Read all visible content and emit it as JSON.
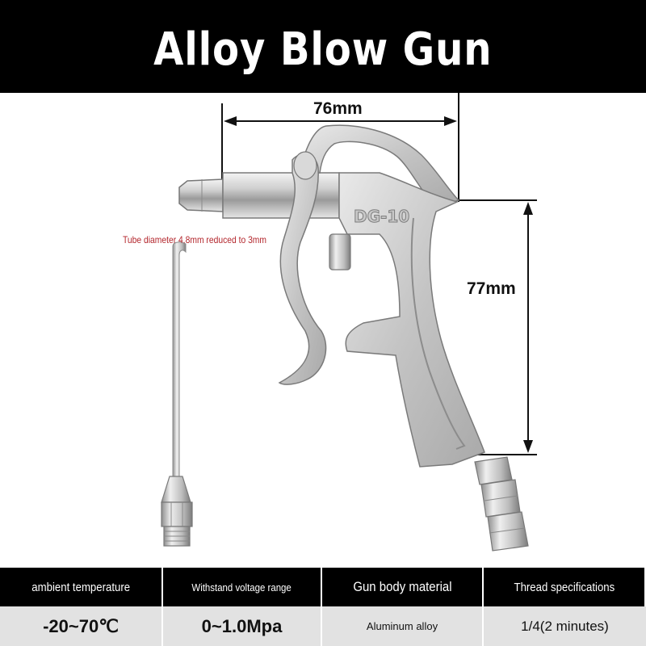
{
  "header": {
    "title": "Alloy Blow Gun"
  },
  "dimensions": {
    "width": "76mm",
    "height": "77mm"
  },
  "gun": {
    "model_marking": "DG-10"
  },
  "note": "Tube diameter 4.8mm reduced to 3mm",
  "specs": {
    "headers": [
      "ambient temperature",
      "Withstand voltage range",
      "Gun body material",
      "Thread specifications"
    ],
    "values": [
      "-20~70℃",
      "0~1.0Mpa",
      "Aluminum alloy",
      "1/4(2 minutes)"
    ]
  },
  "colors": {
    "header_bg": "#000000",
    "note": "#b3262c",
    "table_value_bg": "#e2e2e2"
  }
}
